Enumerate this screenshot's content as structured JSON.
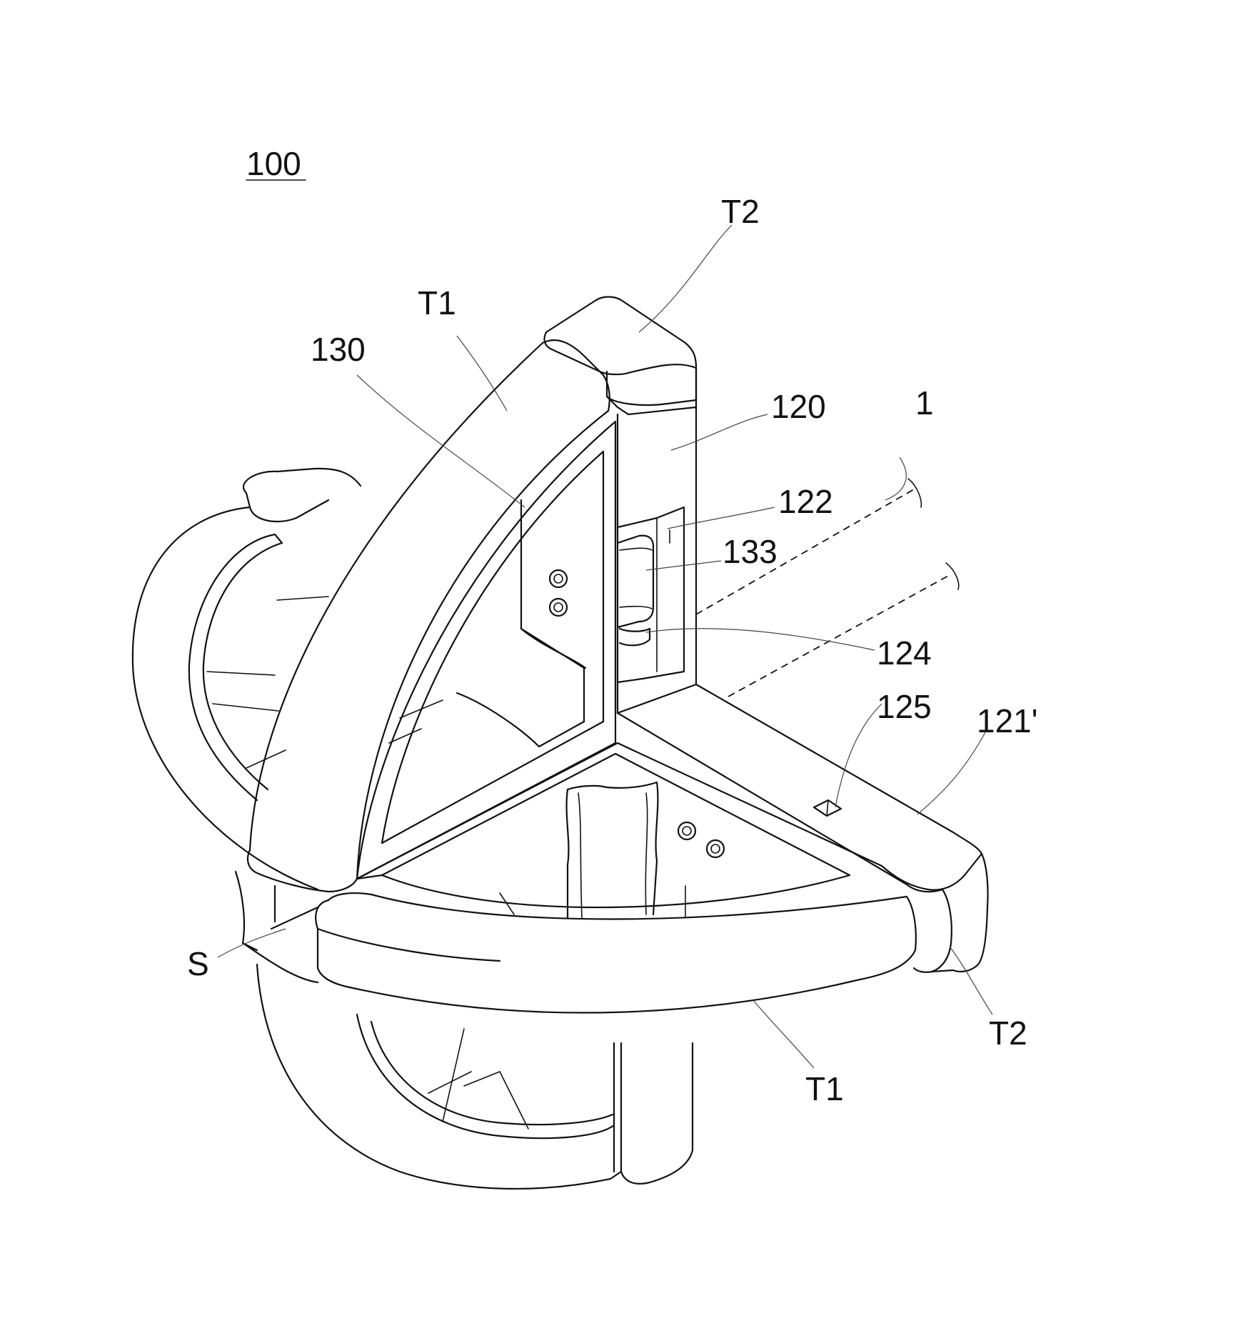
{
  "figure": {
    "ref_main": "100",
    "labels": {
      "t2_top": "T2",
      "t1_top": "T1",
      "r130": "130",
      "r120": "120",
      "r1": "1",
      "r122": "122",
      "r133": "133",
      "r124": "124",
      "r125": "125",
      "r121p": "121'",
      "s": "S",
      "t2_right": "T2",
      "t1_bottom": "T1"
    }
  }
}
